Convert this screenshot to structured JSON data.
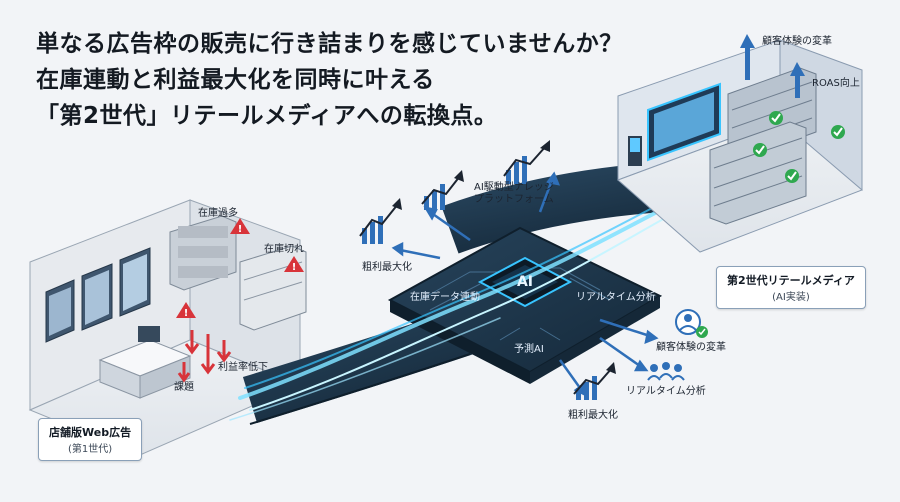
{
  "headline": {
    "line1": "単なる広告枠の販売に行き詰まりを感じていませんか？",
    "line2": "在庫連動と利益最大化を同時に叶える",
    "line3": "「第2世代」リテールメディアへの転換点。"
  },
  "first_gen": {
    "title": "店舗版Web広告",
    "subtitle": "(第1世代)",
    "overstock": "在庫過多",
    "stockout": "在庫切れ",
    "margin_drop": "利益率低下",
    "issue": "課題"
  },
  "platform": {
    "chip": "AI",
    "title": "AI駆動型ナレッジ\nプラットフォーム",
    "inventory_link": "在庫データ連動",
    "realtime": "リアルタイム分析",
    "predictive": "予測AI",
    "gross_profit_top": "粗利最大化"
  },
  "outputs": {
    "cx": "顧客体験の変革",
    "realtime": "リアルタイム分析",
    "gross_profit": "粗利最大化"
  },
  "second_gen": {
    "title": "第2世代リテールメディア",
    "subtitle": "(AI実装)",
    "cx_top": "顧客体験の変革",
    "roas": "ROAS向上"
  },
  "colors": {
    "board": "#1d3346",
    "board_edge": "#0f1f2c",
    "glow": "#38c4ff",
    "accent_red": "#d8343a",
    "accent_green": "#2fa84f",
    "accent_blue": "#2f6fb8"
  }
}
